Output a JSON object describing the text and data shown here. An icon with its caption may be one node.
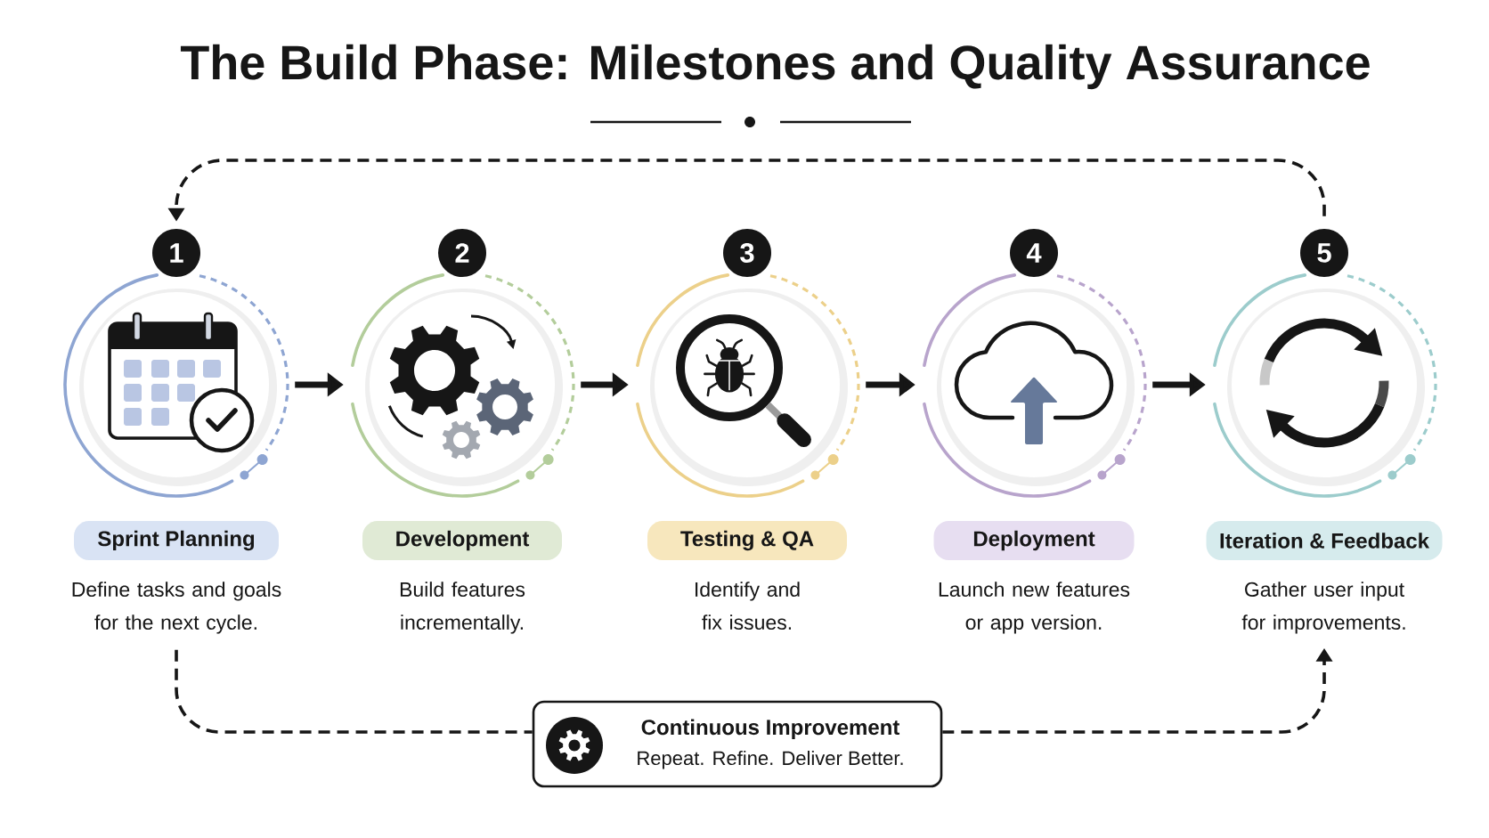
{
  "diagram": {
    "title": "The Build Phase: Milestones and Quality Assurance",
    "nodes": [
      {
        "text": [
          "1"
        ]
      },
      {
        "text": [],
        "shape": "circle"
      },
      {
        "text": [
          "Sprint Planning"
        ]
      },
      {
        "text": [
          "Define tasks and goals for the next cycle."
        ]
      },
      {
        "text": [
          "2"
        ]
      },
      {
        "text": [],
        "shape": "circle"
      },
      {
        "text": [
          "Development"
        ]
      },
      {
        "text": [
          "Build features incrementally."
        ]
      },
      {
        "text": [
          "3"
        ]
      },
      {
        "text": [],
        "shape": "circle"
      },
      {
        "text": [
          "Testing & QA"
        ]
      },
      {
        "text": [
          "Identify and fix issues."
        ]
      },
      {
        "text": [
          "4"
        ]
      },
      {
        "text": [],
        "shape": "circle"
      },
      {
        "text": [
          "Deployment"
        ]
      },
      {
        "text": [
          "Launch new features or app version."
        ]
      },
      {
        "text": [
          "5"
        ]
      },
      {
        "text": [],
        "shape": "circle"
      },
      {
        "text": [
          "Iteration & Feedback"
        ]
      },
      {
        "text": [
          "Gather user input for improvements."
        ]
      },
      {
        "text": [
          "Continuous Improvement",
          "Repeat. Refine. Deliver Better."
        ]
      }
    ],
    "edges": [
      {
        "from": 1,
        "to": 5,
        "arrow": "to"
      },
      {
        "from": 5,
        "to": 9,
        "arrow": "to"
      },
      {
        "from": 9,
        "to": 13,
        "arrow": "to"
      },
      {
        "from": 13,
        "to": 17,
        "arrow": "to"
      },
      {
        "from": 16,
        "to": 0,
        "arrow": "to",
        "style": "dashed"
      },
      {
        "from": 3,
        "to": 20,
        "arrow": "none",
        "style": "dashed"
      },
      {
        "from": 20,
        "to": 19,
        "arrow": "to",
        "style": "dashed"
      }
    ]
  }
}
